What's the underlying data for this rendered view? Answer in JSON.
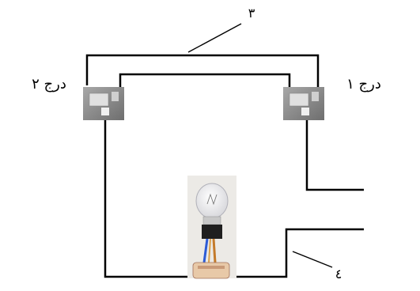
{
  "labels": {
    "switch_1": "درج ۱",
    "switch_2": "درج ۲",
    "wire_3": "۳",
    "wire_4": "٤"
  },
  "colors": {
    "wire": "#000000",
    "switch_body": "#8a8a8a",
    "switch_face": "#d9d9d9",
    "bulb_background": "#eceae6"
  },
  "icons": {
    "switch": "wall-switch-icon",
    "lamp": "light-bulb-icon"
  }
}
